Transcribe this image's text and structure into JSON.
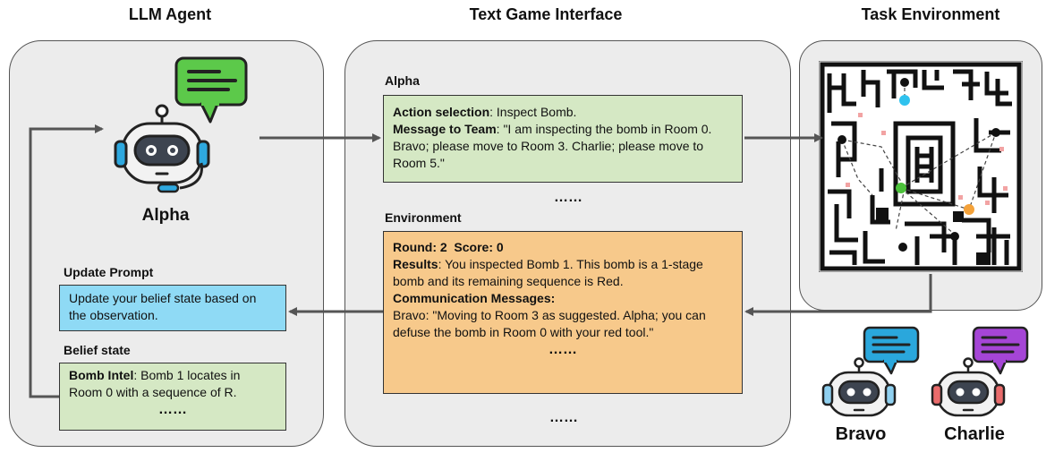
{
  "columns": {
    "agent_title": "LLM Agent",
    "interface_title": "Text Game Interface",
    "environment_title": "Task Environment"
  },
  "agent_panel": {
    "agent_name": "Alpha",
    "update_prompt_label": "Update Prompt",
    "update_prompt_text": "Update your belief state based on the observation.",
    "belief_label": "Belief state",
    "belief_key": "Bomb Intel",
    "belief_value": ": Bomb 1 locates in Room 0 with a sequence of R.",
    "belief_more": "……"
  },
  "interface_panel": {
    "alpha_label": "Alpha",
    "action_key": "Action selection",
    "action_value": ": Inspect Bomb.",
    "message_key": "Message to Team",
    "message_value": ": \"I am inspecting the bomb in Room 0. Bravo; please move to Room 3. Charlie; please move to Room 5.\"",
    "mid_dots": "……",
    "env_label": "Environment",
    "round_line": "Round: 2  Score: 0",
    "results_key": "Results",
    "results_value": ": You inspected Bomb 1. This bomb is a 1-stage bomb and its remaining sequence is Red.",
    "comm_key": "Communication Messages:",
    "comm_value": "Bravo: \"Moving to Room 3 as suggested. Alpha; you can defuse the bomb in Room 0 with your red tool.\"",
    "env_dots": "……",
    "bottom_dots": "……"
  },
  "teammates": [
    {
      "name": "Bravo",
      "bubble_color": "#2aa7dc"
    },
    {
      "name": "Charlie",
      "bubble_color": "#a545d6"
    }
  ],
  "colors": {
    "alpha_bubble": "#5cc94a",
    "arrow": "#555555",
    "dot_cyan": "#2fc2ee",
    "dot_green": "#4cc13b",
    "dot_orange": "#f4a23a"
  }
}
